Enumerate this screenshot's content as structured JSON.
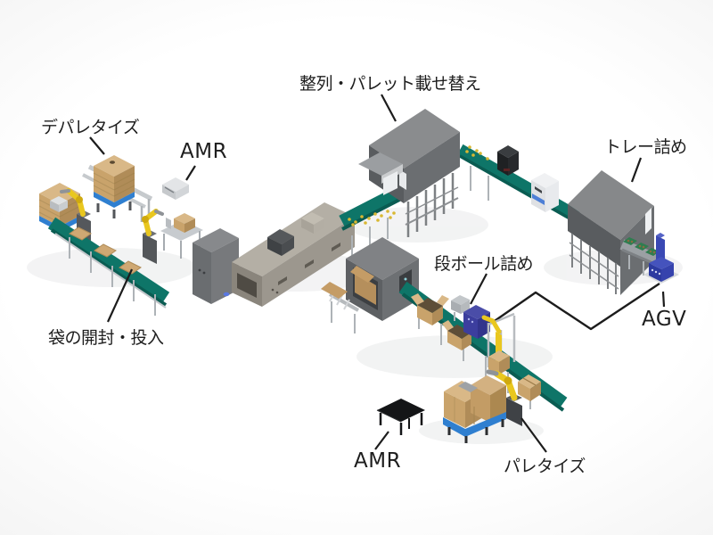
{
  "diagram": {
    "labels": {
      "depalletize": "デパレタイズ",
      "amr_top": "AMR",
      "align_transfer": "整列・パレット載せ替え",
      "tray_packing": "トレー詰め",
      "bag_opening": "袋の開封・投入",
      "carton_packing": "段ボール詰め",
      "agv": "AGV",
      "amr_bottom": "AMR",
      "palletize": "パレタイズ"
    },
    "colors": {
      "belt": "#0e7568",
      "belt_edge": "#0a5c52",
      "belt_item": "#d9b832",
      "robot": "#e9c71f",
      "robot_joint": "#cfa90f",
      "machine_top": "#8a8c8e",
      "machine_left": "#595c5f",
      "machine_right": "#6b6e71",
      "frame_gray": "#7d8083",
      "silver": "#c6cacd",
      "tunnel_top": "#b4afa5",
      "tunnel_front": "#9c978e",
      "tunnel_cap": "#8a857c",
      "box_top": "#d9b887",
      "box_left": "#c9a36b",
      "box_right": "#b08c58",
      "pallet": "#2f7fd0",
      "agv_blue": "#3a49b4",
      "carton_blue": "#3c3e9e",
      "tray_green": "#2e7d4f",
      "inspect_white": "#f0f1f3",
      "inspect_blue": "#4d7fd6",
      "device_black": "#1f2123",
      "amr_black": "#141517",
      "line": "#1c1c1c"
    }
  }
}
